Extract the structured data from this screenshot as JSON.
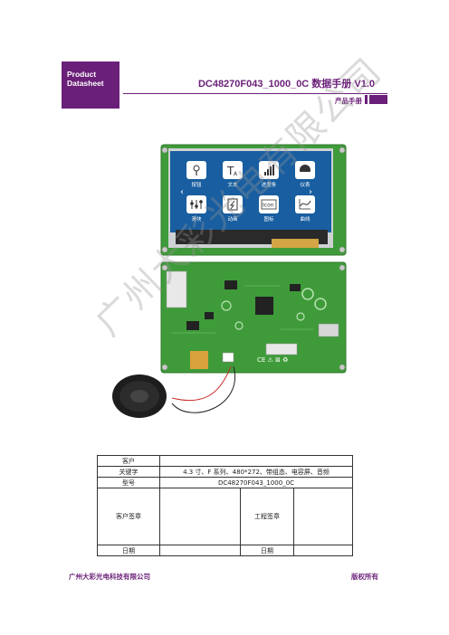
{
  "header": {
    "badge_line1": "Product",
    "badge_line2": "Datasheet",
    "title": "DC48270F043_1000_0C 数据手册 V1.0",
    "subtitle": "产品手册"
  },
  "screen_icons": [
    {
      "label": "按钮",
      "icon": "touch-hand-icon"
    },
    {
      "label": "文本",
      "icon": "text-icon"
    },
    {
      "label": "进度条",
      "icon": "bars-icon"
    },
    {
      "label": "仪表",
      "icon": "gauge-icon"
    },
    {
      "label": "滑块",
      "icon": "slider-icon"
    },
    {
      "label": "动画",
      "icon": "animation-icon"
    },
    {
      "label": "图标",
      "icon": "icon-text-icon"
    },
    {
      "label": "曲线",
      "icon": "curve-icon"
    }
  ],
  "screen_icon_badge_text": "Icon",
  "watermark": "广州大彩光电有限公司",
  "table": {
    "customer_label": "客户",
    "customer_value": "",
    "keyword_label": "关键字",
    "keyword_value": "4.3 寸、F 系列、480*272、带组态、电容屏、音频",
    "model_label": "型号",
    "model_value": "DC48270F043_1000_0C",
    "customer_sign_label": "客户签章",
    "engineer_sign_label": "工程签章",
    "date_label_1": "日期",
    "date_label_2": "日期"
  },
  "footer": {
    "company": "广州大彩光电科技有限公司",
    "rights": "版权所有"
  },
  "colors": {
    "brand": "#6a1f78",
    "pcb": "#3f9b3a",
    "screen": "#1e6fb5"
  }
}
